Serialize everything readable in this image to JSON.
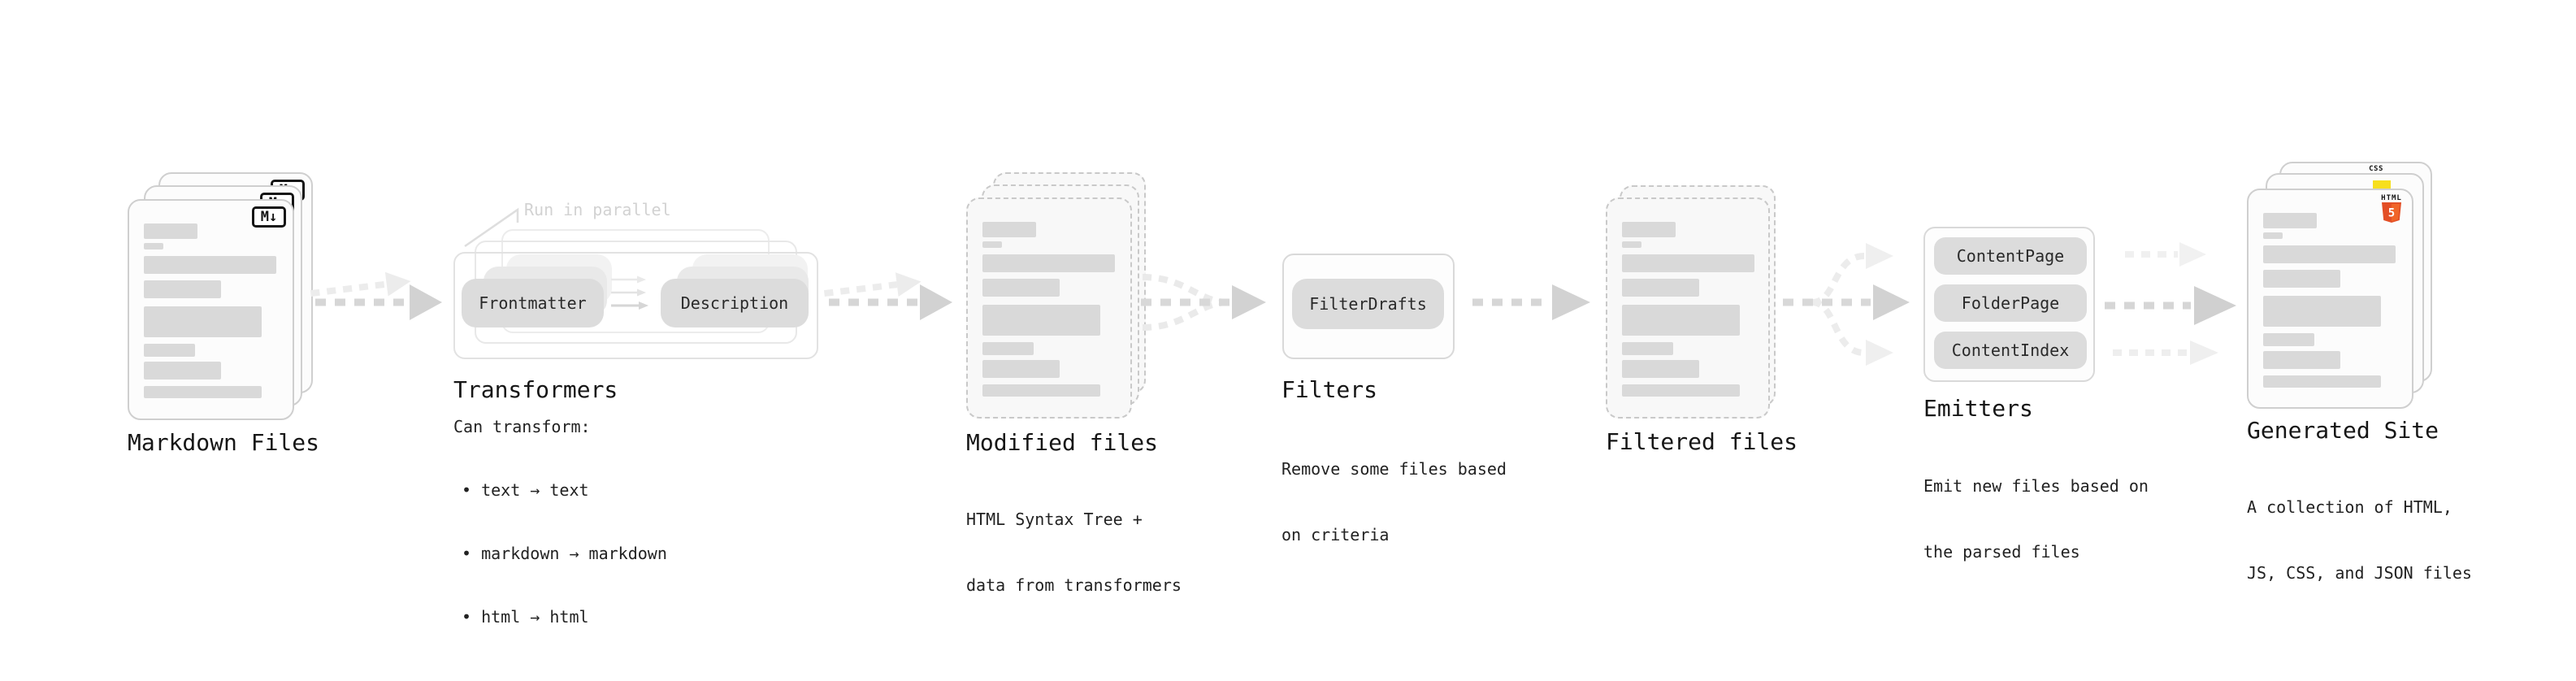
{
  "colors": {
    "html5_orange": "#e34f26",
    "html5_orange_light": "#f06529",
    "js_yellow": "#f7df1e",
    "css_blue": "#2965f1",
    "bar_gray": "#d9d9d9",
    "pill_gray": "#dcdcdc"
  },
  "sections": {
    "markdown_files": {
      "label": "Markdown Files",
      "badge": "M↓"
    },
    "transformers": {
      "label": "Transformers",
      "annotation": "Run in parallel",
      "pill_left": "Frontmatter",
      "pill_right": "Description",
      "desc_title": "Can transform:",
      "bullets": [
        "• text → text",
        "• markdown → markdown",
        "• html → html"
      ]
    },
    "modified_files": {
      "label": "Modified files",
      "desc": [
        "HTML Syntax Tree +",
        "data from transformers"
      ]
    },
    "filters": {
      "label": "Filters",
      "pill": "FilterDrafts",
      "desc": [
        "Remove some files based",
        "on criteria"
      ]
    },
    "filtered_files": {
      "label": "Filtered files"
    },
    "emitters": {
      "label": "Emitters",
      "pills": [
        "ContentPage",
        "FolderPage",
        "ContentIndex"
      ],
      "desc": [
        "Emit new files based on",
        "the parsed files"
      ]
    },
    "generated_site": {
      "label": "Generated Site",
      "badge_css": "CSS",
      "badge_html": "HTML",
      "badge_five": "5",
      "desc": [
        "A collection of HTML,",
        "JS, CSS, and JSON files"
      ]
    }
  }
}
